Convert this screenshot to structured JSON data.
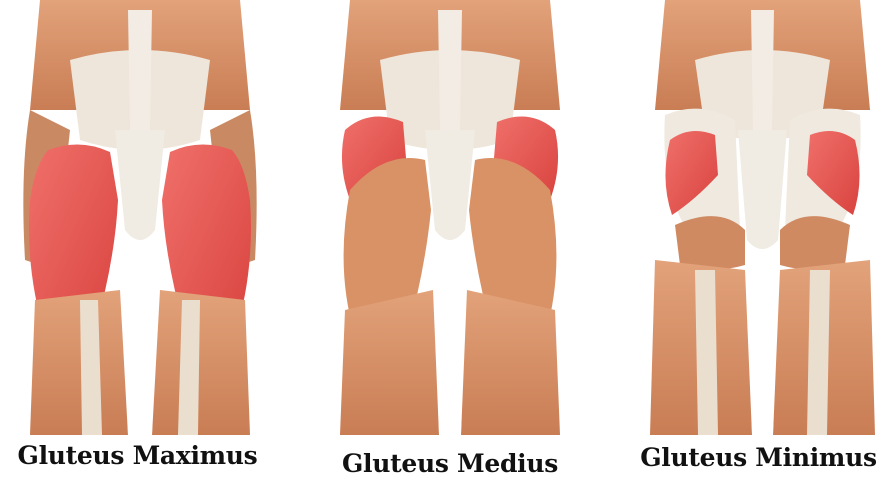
{
  "panels": [
    {
      "caption": "Gluteus Maximus",
      "highlight": "gluteus-maximus"
    },
    {
      "caption": "Gluteus Medius",
      "highlight": "gluteus-medius"
    },
    {
      "caption": "Gluteus Minimus",
      "highlight": "gluteus-minimus"
    }
  ],
  "colors": {
    "muscle": "#d9946a",
    "muscle_shade": "#b86f48",
    "bone": "#efe9e0",
    "tendon": "#e6dccd",
    "highlight": "#e8544f",
    "caption_text": "#111111"
  }
}
